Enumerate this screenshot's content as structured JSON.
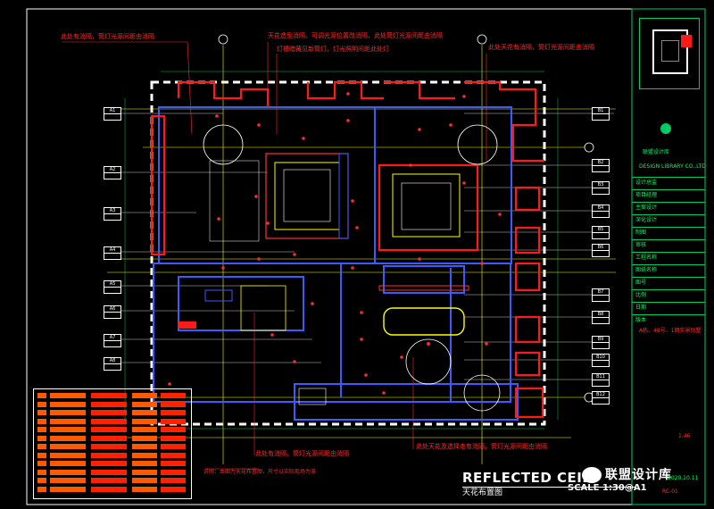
{
  "drawing": {
    "title": "REFLECTED CEIL",
    "subtitle": "天花布置图",
    "scale": "SCALE  1:30@A1"
  },
  "watermark": {
    "text": "联盟设计库"
  },
  "notes": {
    "n1": "此处有消隔，筒灯光源间距由消隔",
    "n2": "天花造型消隔，可调光源位置改消隔，此处筒灯光源间距由消隔",
    "n3": "灯槽暗藏见新筒灯，灯光照明间距此处灯",
    "n4": "此处天花有消隔，筒灯光源间距由消隔",
    "n5": "此处有消隔，筒灯光源间距由消隔",
    "n6": "此处天花及选择走有消隔，筒灯光源间距由消隔",
    "n7": "说明：本图为天花布置图，尺寸以实际现场为准"
  },
  "title_block": {
    "company": "联盟设计库",
    "company_en": "DESIGN LIBRARY CO.,LTD",
    "project": "A栋、48号、1期实景别墅",
    "date": "2020.10.11",
    "sheet": "1.46",
    "number": "RC-01",
    "rows": [
      "设计总监",
      "项目经理",
      "主案设计",
      "深化设计",
      "制图",
      "审核",
      "工程名称",
      "图纸名称",
      "图号",
      "比例",
      "日期",
      "版本"
    ]
  },
  "tags": {
    "left": [
      "A1",
      "A2",
      "A3",
      "A4",
      "A5",
      "A6",
      "A7",
      "A8"
    ],
    "right": [
      "B1",
      "B2",
      "B3",
      "B4",
      "B5",
      "B6",
      "B7",
      "B8",
      "B9",
      "B10",
      "B11",
      "B12"
    ]
  },
  "legend": {
    "rows": 12
  }
}
